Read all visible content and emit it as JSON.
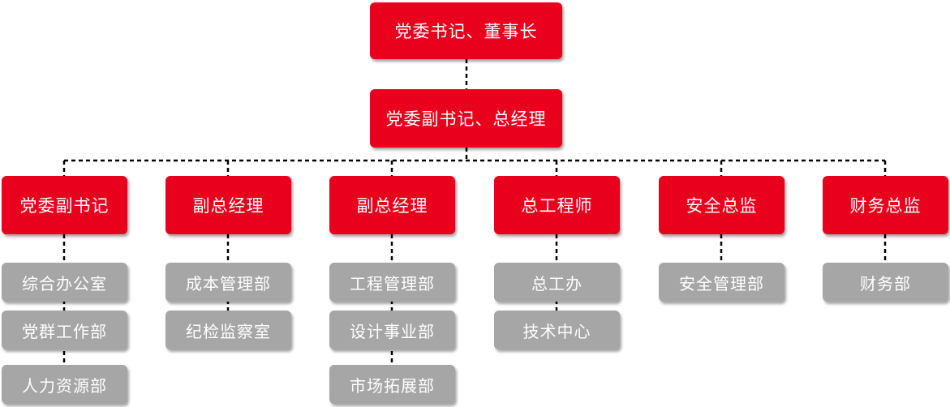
{
  "top": {
    "label": "党委书记、董事长"
  },
  "second": {
    "label": "党委副书记、总经理"
  },
  "branches": [
    {
      "label": "党委副书记",
      "children": [
        "综合办公室",
        "党群工作部",
        "人力资源部"
      ]
    },
    {
      "label": "副总经理",
      "children": [
        "成本管理部",
        "纪检监察室"
      ]
    },
    {
      "label": "副总经理",
      "children": [
        "工程管理部",
        "设计事业部",
        "市场拓展部"
      ]
    },
    {
      "label": "总工程师",
      "children": [
        "总工办",
        "技术中心"
      ]
    },
    {
      "label": "安全总监",
      "children": [
        "安全管理部"
      ]
    },
    {
      "label": "财务总监",
      "children": [
        "财务部"
      ]
    }
  ],
  "colors": {
    "leader": "#e8001c",
    "department": "#a6a6a6",
    "connector": "#000000"
  }
}
